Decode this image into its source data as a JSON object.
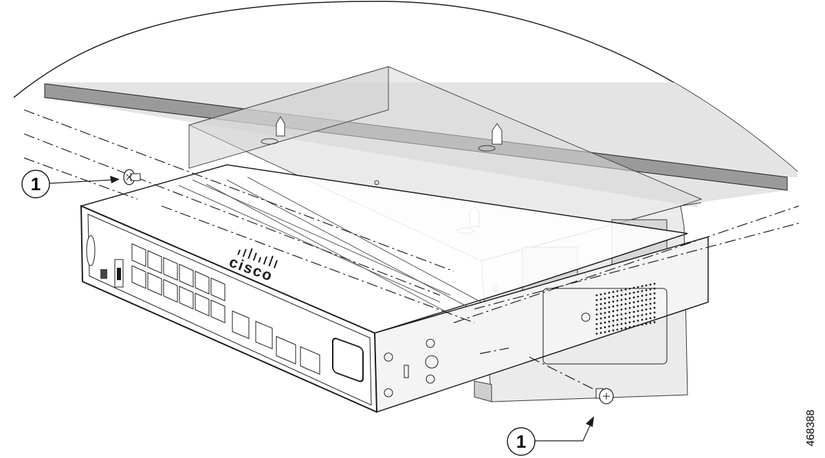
{
  "callouts": [
    {
      "number": "1"
    },
    {
      "number": "1"
    }
  ],
  "brand_logo": {
    "text": "cisco"
  },
  "figure_id": "468388",
  "colors": {
    "surface_top": "#e4e4e4",
    "surface_edge": "#9a9a9a",
    "bracket": "#d8d8d8",
    "switch_body": "#ffffff",
    "line": "#1a1a1a"
  },
  "icons": [
    "screw-icon",
    "arrow-icon",
    "rj45-port-icon",
    "sfp-port-icon",
    "power-inlet-icon",
    "cisco-logo-icon"
  ]
}
